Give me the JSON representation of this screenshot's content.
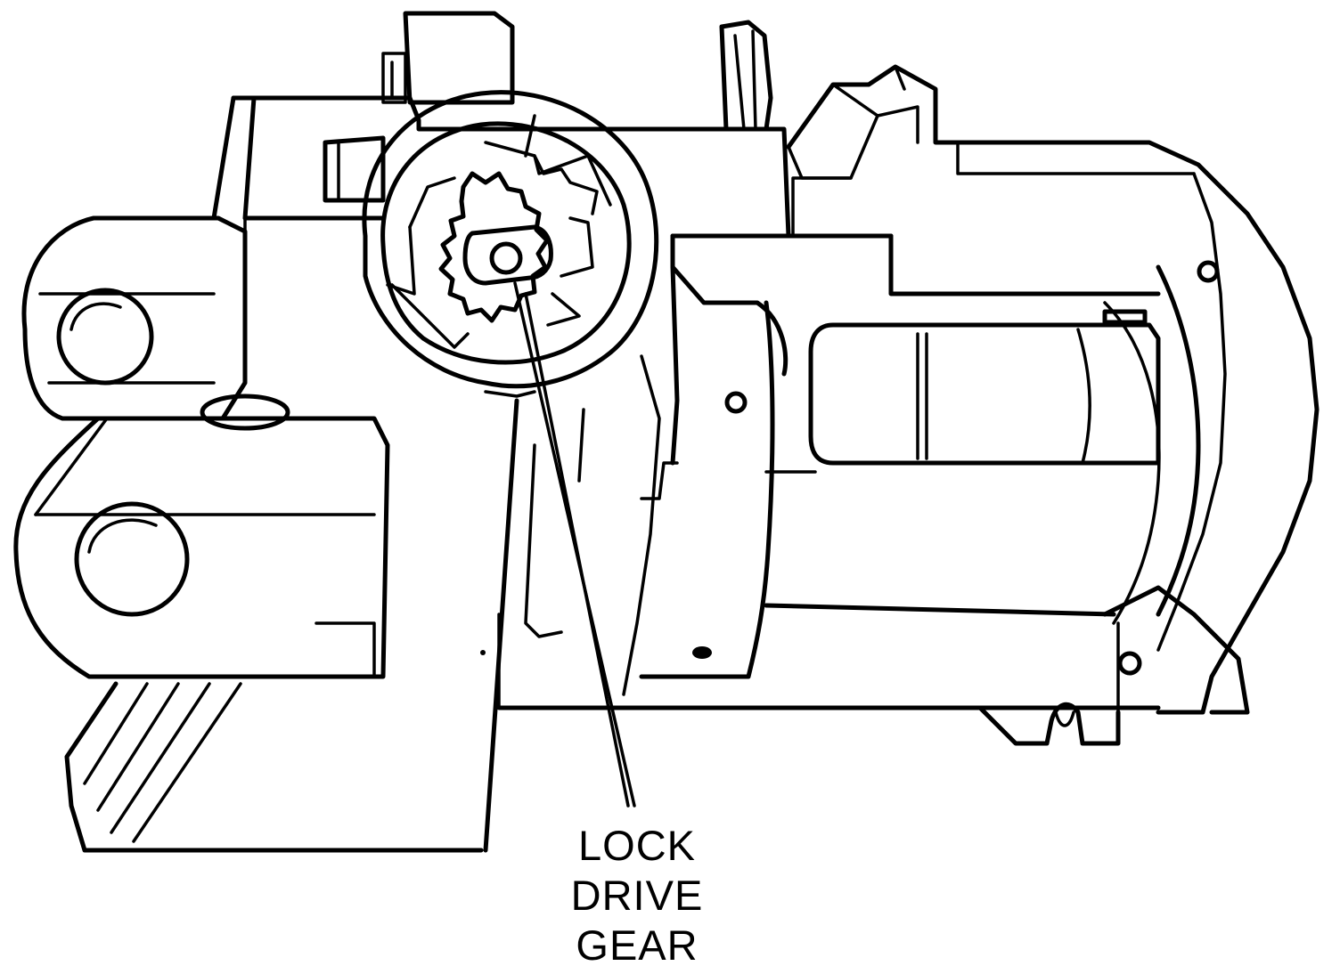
{
  "diagram": {
    "component": "steering-column-lock-housing",
    "callout": {
      "lines": [
        "LOCK",
        "DRIVE",
        "GEAR"
      ]
    },
    "colors": {
      "ink": "#000000",
      "paper": "#ffffff"
    }
  }
}
